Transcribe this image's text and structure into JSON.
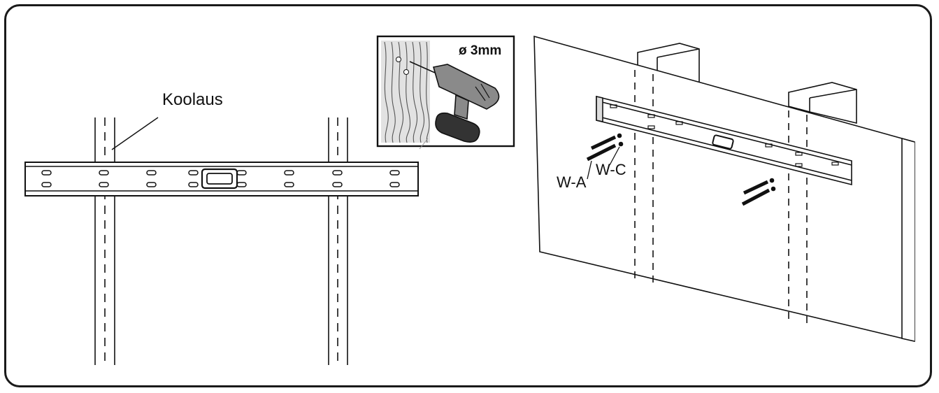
{
  "labels": {
    "stud_label": "Koolaus",
    "drill_size": "ø 3mm",
    "anchor_label": "W-A",
    "screw_label": "W-C"
  },
  "colors": {
    "line": "#111111",
    "drill_body": "#8a8a8a",
    "drill_dark": "#333333",
    "wood_bg": "#e2e2e2"
  }
}
